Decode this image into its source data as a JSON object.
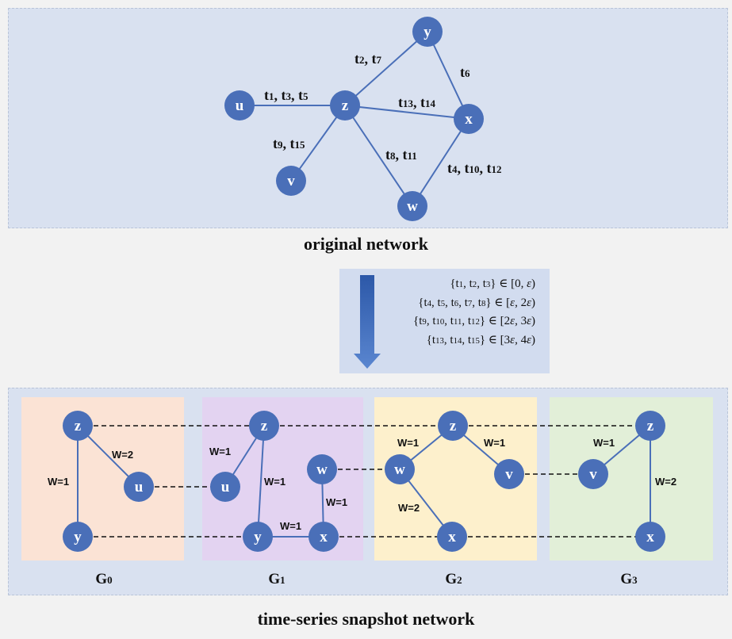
{
  "captions": {
    "original": "original network",
    "snapshot": "time-series snapshot network"
  },
  "original_network": {
    "nodes": [
      "u",
      "z",
      "y",
      "x",
      "v",
      "w"
    ],
    "edges": [
      {
        "from": "u",
        "to": "z",
        "label": "t1, t3, t5",
        "times": [
          1,
          3,
          5
        ]
      },
      {
        "from": "z",
        "to": "y",
        "label": "t2, t7",
        "times": [
          2,
          7
        ]
      },
      {
        "from": "y",
        "to": "x",
        "label": "t6",
        "times": [
          6
        ]
      },
      {
        "from": "z",
        "to": "x",
        "label": "t13, t14",
        "times": [
          13,
          14
        ]
      },
      {
        "from": "z",
        "to": "v",
        "label": "t9, t15",
        "times": [
          9,
          15
        ]
      },
      {
        "from": "z",
        "to": "w",
        "label": "t8, t11",
        "times": [
          8,
          11
        ]
      },
      {
        "from": "x",
        "to": "w",
        "label": "t4, t10, t12",
        "times": [
          4,
          10,
          12
        ]
      }
    ]
  },
  "intervals": [
    "{t1, t2, t3} ∈ [0, ε)",
    "{t4, t5, t6, t7, t8} ∈ [ε, 2ε)",
    "{t9, t10, t11, t12} ∈ [2ε, 3ε)",
    "{t13, t14, t15} ∈ [3ε, 4ε)"
  ],
  "snapshots": [
    {
      "name": "G0",
      "nodes": [
        "z",
        "u",
        "y"
      ],
      "edges": [
        {
          "from": "z",
          "to": "u",
          "label": "W=2"
        },
        {
          "from": "z",
          "to": "y",
          "label": "W=1"
        }
      ]
    },
    {
      "name": "G1",
      "nodes": [
        "z",
        "u",
        "y",
        "w",
        "x"
      ],
      "edges": [
        {
          "from": "z",
          "to": "u",
          "label": "W=1"
        },
        {
          "from": "z",
          "to": "y",
          "label": "W=1"
        },
        {
          "from": "y",
          "to": "x",
          "label": "W=1"
        },
        {
          "from": "w",
          "to": "x",
          "label": "W=1"
        }
      ]
    },
    {
      "name": "G2",
      "nodes": [
        "z",
        "w",
        "v",
        "x"
      ],
      "edges": [
        {
          "from": "z",
          "to": "w",
          "label": "W=1"
        },
        {
          "from": "z",
          "to": "v",
          "label": "W=1"
        },
        {
          "from": "w",
          "to": "x",
          "label": "W=2"
        }
      ]
    },
    {
      "name": "G3",
      "nodes": [
        "z",
        "v",
        "x"
      ],
      "edges": [
        {
          "from": "z",
          "to": "v",
          "label": "W=1"
        },
        {
          "from": "z",
          "to": "x",
          "label": "W=2"
        }
      ]
    }
  ],
  "colors": {
    "node": "#4a6fb8",
    "top_panel": "#d9e1f0",
    "g0": "#fbe3d5",
    "g1": "#e3d3f1",
    "g2": "#fdf0cc",
    "g3": "#e2efd8"
  }
}
